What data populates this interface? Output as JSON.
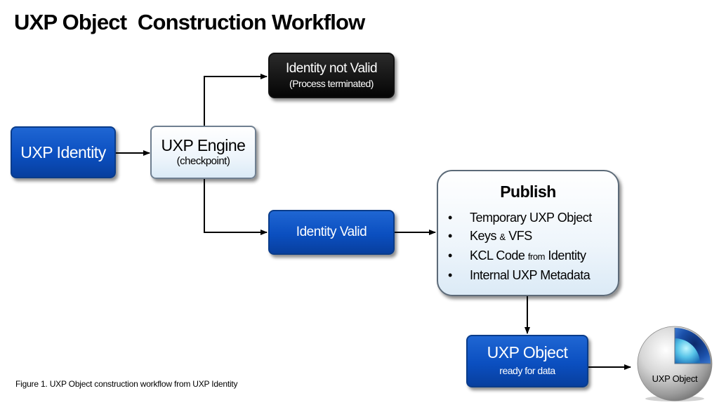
{
  "title": "UXP Object  Construction Workflow",
  "caption": "Figure 1. UXP Object construction workflow from UXP Identity",
  "nodes": {
    "identity": {
      "label": "UXP Identity"
    },
    "engine": {
      "label": "UXP Engine",
      "sublabel": "(checkpoint)"
    },
    "not_valid": {
      "label": "Identity not Valid",
      "sublabel": "(Process terminated)"
    },
    "valid": {
      "label": "Identity Valid"
    },
    "publish": {
      "heading": "Publish",
      "bullet": "•",
      "items": [
        {
          "text": "Temporary UXP Object"
        },
        {
          "a": "Keys",
          "small": "&",
          "b": "VFS"
        },
        {
          "a": "KCL Code",
          "small": "from",
          "b": "Identity"
        },
        {
          "text": "Internal UXP Metadata"
        }
      ]
    },
    "object": {
      "label": "UXP Object",
      "sublabel": "ready for data"
    },
    "sphere": {
      "label": "UXP Object"
    }
  },
  "colors": {
    "blue": "#0b4fc0",
    "black": "#050505",
    "light": "#eef5fb",
    "wire": "#000000"
  }
}
